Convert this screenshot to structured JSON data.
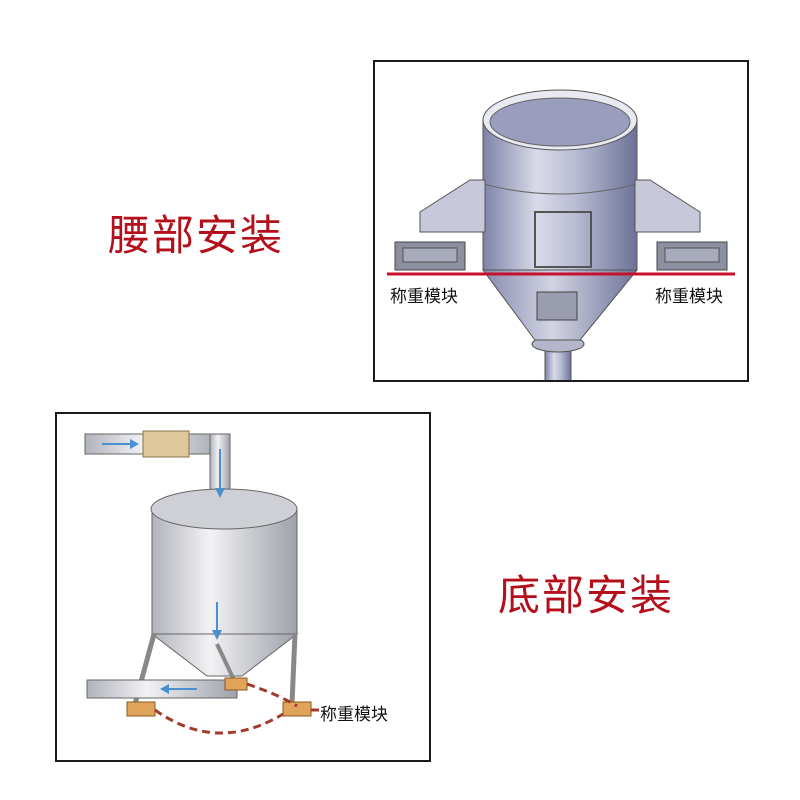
{
  "waist": {
    "title": "腰部安装",
    "label_left": "称重模块",
    "label_right": "称重模块"
  },
  "bottom": {
    "title": "底部安装",
    "label": "称重模块"
  },
  "colors": {
    "title": "#b3101c",
    "red_line": "#c8102e",
    "dash": "#a33a2a",
    "arrow": "#4a8fd0"
  }
}
